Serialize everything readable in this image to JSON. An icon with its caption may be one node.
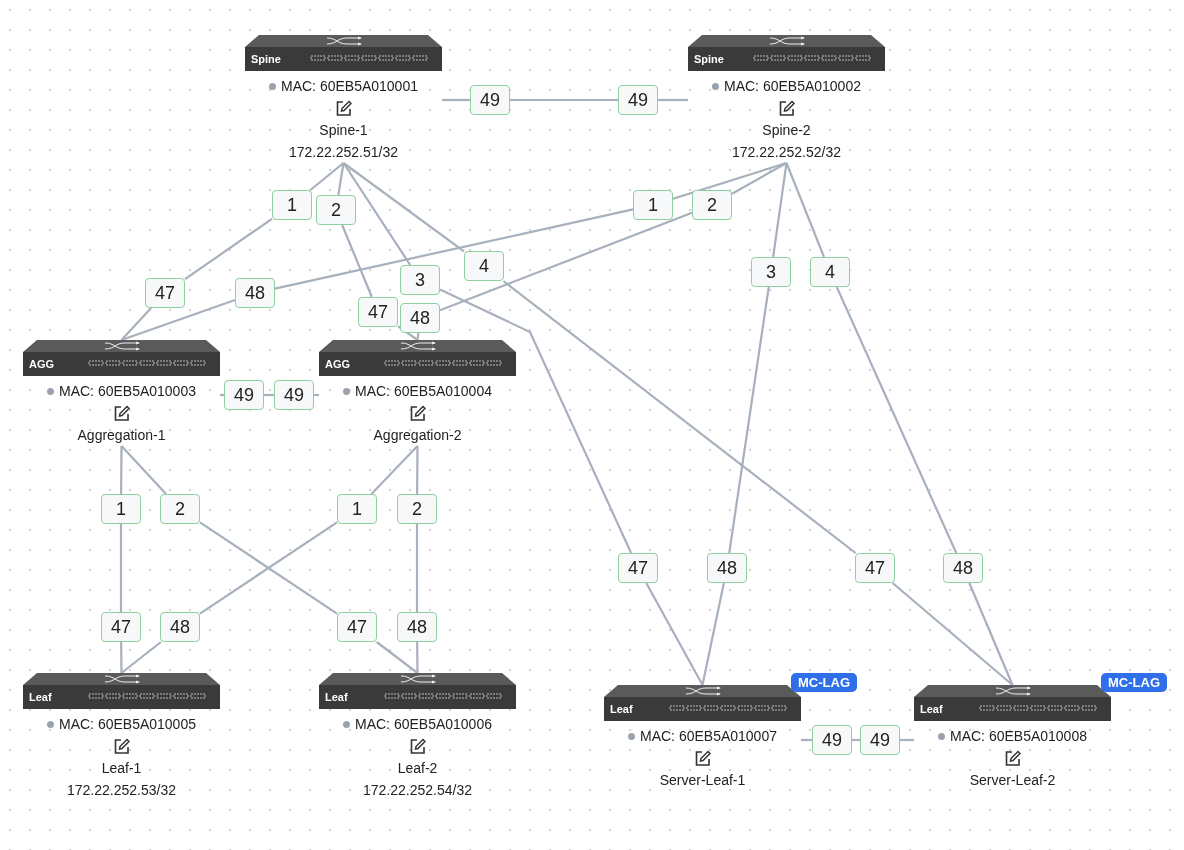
{
  "diagram": {
    "nodes": [
      {
        "text": [
          "Spine",
          "MAC: 60EB5A010001",
          "Spine-1",
          "172.22.252.51/32"
        ]
      },
      {
        "text": [
          "Spine",
          "MAC: 60EB5A010002",
          "Spine-2",
          "172.22.252.52/32"
        ]
      },
      {
        "text": [
          "AGG",
          "MAC: 60EB5A010003",
          "Aggregation-1"
        ]
      },
      {
        "text": [
          "AGG",
          "MAC: 60EB5A010004",
          "Aggregation-2"
        ]
      },
      {
        "text": [
          "Leaf",
          "MAC: 60EB5A010005",
          "Leaf-1",
          "172.22.252.53/32"
        ]
      },
      {
        "text": [
          "Leaf",
          "MAC: 60EB5A010006",
          "Leaf-2",
          "172.22.252.54/32"
        ]
      },
      {
        "text": [
          "Leaf",
          "MAC: 60EB5A010007",
          "Server-Leaf-1"
        ],
        "beside": [
          "MC-LAG"
        ]
      },
      {
        "text": [
          "Leaf",
          "MAC: 60EB5A010008",
          "Server-Leaf-2"
        ],
        "beside": [
          "MC-LAG"
        ]
      },
      {
        "text": [
          "49"
        ]
      },
      {
        "text": [
          "49"
        ]
      },
      {
        "text": [
          "1"
        ]
      },
      {
        "text": [
          "2"
        ]
      },
      {
        "text": [
          "1"
        ]
      },
      {
        "text": [
          "2"
        ]
      },
      {
        "text": [
          "3"
        ]
      },
      {
        "text": [
          "4"
        ]
      },
      {
        "text": [
          "3"
        ]
      },
      {
        "text": [
          "4"
        ]
      },
      {
        "text": [
          "47"
        ]
      },
      {
        "text": [
          "48"
        ]
      },
      {
        "text": [
          "47"
        ]
      },
      {
        "text": [
          "48"
        ]
      },
      {
        "text": [
          "49"
        ]
      },
      {
        "text": [
          "49"
        ]
      },
      {
        "text": [
          "1"
        ]
      },
      {
        "text": [
          "2"
        ]
      },
      {
        "text": [
          "1"
        ]
      },
      {
        "text": [
          "2"
        ]
      },
      {
        "text": [
          "47"
        ]
      },
      {
        "text": [
          "48"
        ]
      },
      {
        "text": [
          "47"
        ]
      },
      {
        "text": [
          "48"
        ]
      },
      {
        "text": [
          "47"
        ]
      },
      {
        "text": [
          "48"
        ]
      },
      {
        "text": [
          "47"
        ]
      },
      {
        "text": [
          "48"
        ]
      },
      {
        "text": [
          "49"
        ]
      },
      {
        "text": [
          "49"
        ]
      }
    ],
    "edges": [
      {
        "from": 0,
        "to": 8,
        "arrow": "none"
      },
      {
        "from": 8,
        "to": 9,
        "arrow": "none"
      },
      {
        "from": 9,
        "to": 1,
        "arrow": "none"
      },
      {
        "from": 0,
        "to": 10,
        "arrow": "none"
      },
      {
        "from": 10,
        "to": 18,
        "arrow": "none"
      },
      {
        "from": 18,
        "to": 2,
        "arrow": "none"
      },
      {
        "from": 0,
        "to": 11,
        "arrow": "none"
      },
      {
        "from": 11,
        "to": 20,
        "arrow": "none"
      },
      {
        "from": 20,
        "to": 3,
        "arrow": "none"
      },
      {
        "from": 1,
        "to": 12,
        "arrow": "none"
      },
      {
        "from": 12,
        "to": 19,
        "arrow": "none"
      },
      {
        "from": 19,
        "to": 2,
        "arrow": "none"
      },
      {
        "from": 1,
        "to": 13,
        "arrow": "none"
      },
      {
        "from": 13,
        "to": 21,
        "arrow": "none"
      },
      {
        "from": 21,
        "to": 3,
        "arrow": "none"
      },
      {
        "from": 0,
        "to": 14,
        "arrow": "none"
      },
      {
        "from": 14,
        "to": 28,
        "arrow": "none"
      },
      {
        "from": 28,
        "to": 6,
        "arrow": "none"
      },
      {
        "from": 0,
        "to": 15,
        "arrow": "none"
      },
      {
        "from": 15,
        "to": 30,
        "arrow": "none"
      },
      {
        "from": 30,
        "to": 7,
        "arrow": "none"
      },
      {
        "from": 1,
        "to": 16,
        "arrow": "none"
      },
      {
        "from": 16,
        "to": 29,
        "arrow": "none"
      },
      {
        "from": 29,
        "to": 6,
        "arrow": "none"
      },
      {
        "from": 1,
        "to": 17,
        "arrow": "none"
      },
      {
        "from": 17,
        "to": 31,
        "arrow": "none"
      },
      {
        "from": 31,
        "to": 7,
        "arrow": "none"
      },
      {
        "from": 2,
        "to": 22,
        "arrow": "none"
      },
      {
        "from": 22,
        "to": 23,
        "arrow": "none"
      },
      {
        "from": 23,
        "to": 3,
        "arrow": "none"
      },
      {
        "from": 2,
        "to": 24,
        "arrow": "none"
      },
      {
        "from": 24,
        "to": 32,
        "arrow": "none"
      },
      {
        "from": 32,
        "to": 4,
        "arrow": "none"
      },
      {
        "from": 2,
        "to": 25,
        "arrow": "none"
      },
      {
        "from": 25,
        "to": 34,
        "arrow": "none"
      },
      {
        "from": 34,
        "to": 5,
        "arrow": "none"
      },
      {
        "from": 3,
        "to": 26,
        "arrow": "none"
      },
      {
        "from": 26,
        "to": 33,
        "arrow": "none"
      },
      {
        "from": 33,
        "to": 4,
        "arrow": "none"
      },
      {
        "from": 3,
        "to": 27,
        "arrow": "none"
      },
      {
        "from": 27,
        "to": 35,
        "arrow": "none"
      },
      {
        "from": 35,
        "to": 5,
        "arrow": "none"
      },
      {
        "from": 6,
        "to": 36,
        "arrow": "none"
      },
      {
        "from": 36,
        "to": 37,
        "arrow": "none"
      },
      {
        "from": 37,
        "to": 7,
        "arrow": "none"
      }
    ]
  }
}
